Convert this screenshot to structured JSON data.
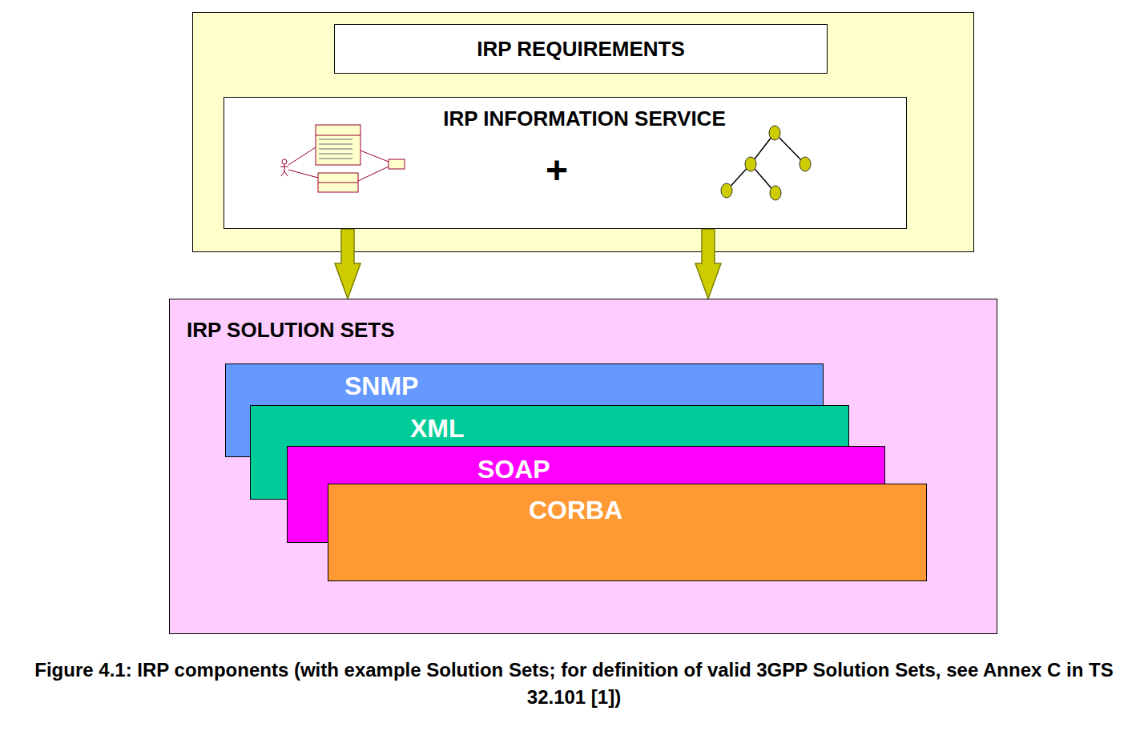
{
  "diagram": {
    "caption": "Figure 4.1: IRP components (with example Solution Sets; for definition of valid 3GPP Solution Sets, see Annex C in TS 32.101 [1])",
    "nodes": [
      {
        "text": [
          "IRP REQUIREMENTS"
        ]
      },
      {
        "text": [
          "IRP INFORMATION SERVICE"
        ]
      },
      {
        "text": [
          "IRP SOLUTION SETS"
        ]
      },
      {
        "text": [
          "SNMP"
        ],
        "in": 2
      },
      {
        "text": [
          "XML"
        ],
        "in": 2
      },
      {
        "text": [
          "SOAP"
        ],
        "in": 2
      },
      {
        "text": [
          "CORBA"
        ],
        "in": 2
      }
    ],
    "edges": [
      {
        "from": 1,
        "to": 2,
        "arrow": "to"
      },
      {
        "from": 1,
        "to": 2,
        "arrow": "to"
      }
    ],
    "labels": [
      "+"
    ]
  }
}
